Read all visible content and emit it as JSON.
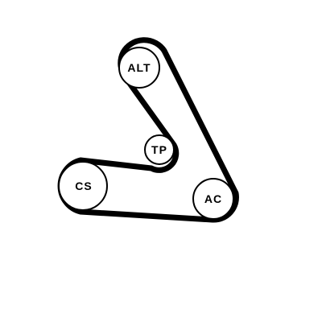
{
  "diagram": {
    "pulleys": {
      "alternator": {
        "label": "ALT"
      },
      "tensioner": {
        "label": "TP"
      },
      "crankshaft": {
        "label": "CS"
      },
      "ac_compressor": {
        "label": "AC"
      }
    },
    "colors": {
      "belt": "#000000",
      "pulley_stroke": "#000000",
      "pulley_fill": "#ffffff",
      "background": "#ffffff"
    }
  }
}
